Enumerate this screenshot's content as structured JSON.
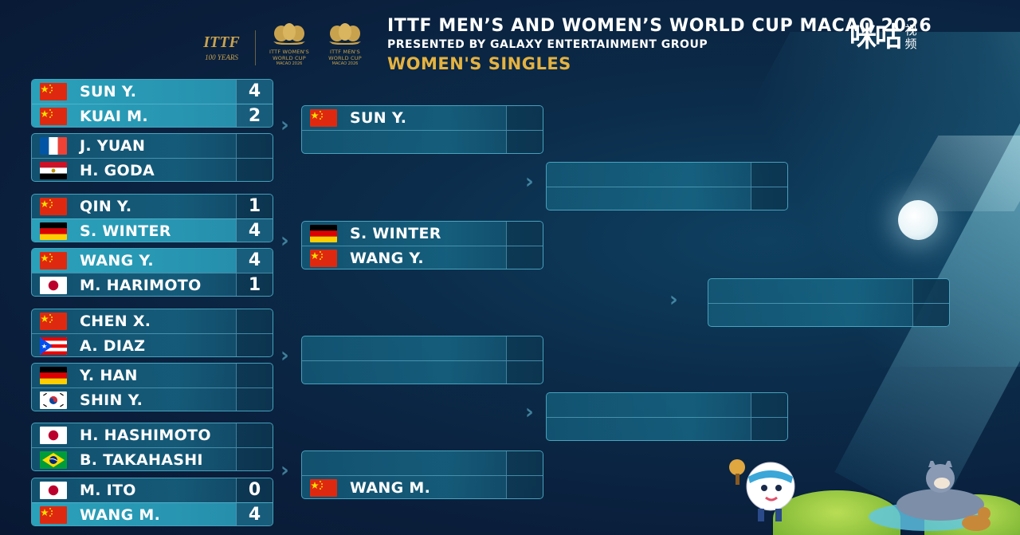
{
  "header": {
    "title_line1": "ITTF MEN’S AND WOMEN’S WORLD CUP MACAO 2026",
    "title_line2": "PRESENTED BY GALAXY ENTERTAINMENT GROUP",
    "event": "WOMEN'S SINGLES",
    "ittf_logo": {
      "mark": "ITTF",
      "years": "100 YEARS"
    },
    "wc_logo": {
      "line1": "ITTF WOMEN'S",
      "line2": "WORLD CUP",
      "line3": "MACAO 2026"
    },
    "wc_logo_men": {
      "line1": "ITTF MEN'S",
      "line2": "WORLD CUP",
      "line3": "MACAO 2026"
    }
  },
  "broadcaster": {
    "logo_text": "咪咕",
    "label_1": "视",
    "label_2": "频"
  },
  "colors": {
    "gold": "#e5b240",
    "accent": "#5abed7",
    "win_row": "#2daac3"
  },
  "round1": [
    {
      "p1": {
        "name": "SUN Y.",
        "flag": "CHN",
        "score": "4",
        "win": true
      },
      "p2": {
        "name": "KUAI M.",
        "flag": "CHN",
        "score": "2",
        "win": true
      }
    },
    {
      "p1": {
        "name": "J. YUAN",
        "flag": "FRA",
        "score": "",
        "win": false
      },
      "p2": {
        "name": "H. GODA",
        "flag": "EGY",
        "score": "",
        "win": false
      }
    },
    {
      "p1": {
        "name": "QIN Y.",
        "flag": "CHN",
        "score": "1",
        "win": false
      },
      "p2": {
        "name": "S. WINTER",
        "flag": "GER",
        "score": "4",
        "win": true
      }
    },
    {
      "p1": {
        "name": "WANG Y.",
        "flag": "CHN",
        "score": "4",
        "win": true
      },
      "p2": {
        "name": "M. HARIMOTO",
        "flag": "JPN",
        "score": "1",
        "win": false
      }
    },
    {
      "p1": {
        "name": "CHEN X.",
        "flag": "CHN",
        "score": "",
        "win": false
      },
      "p2": {
        "name": "A. DIAZ",
        "flag": "PUR",
        "score": "",
        "win": false
      }
    },
    {
      "p1": {
        "name": "Y. HAN",
        "flag": "GER",
        "score": "",
        "win": false
      },
      "p2": {
        "name": "SHIN Y.",
        "flag": "KOR",
        "score": "",
        "win": false
      }
    },
    {
      "p1": {
        "name": "H. HASHIMOTO",
        "flag": "JPN",
        "score": "",
        "win": false
      },
      "p2": {
        "name": "B. TAKAHASHI",
        "flag": "BRA",
        "score": "",
        "win": false
      }
    },
    {
      "p1": {
        "name": "M. ITO",
        "flag": "JPN",
        "score": "0",
        "win": false
      },
      "p2": {
        "name": "WANG M.",
        "flag": "CHN",
        "score": "4",
        "win": true
      }
    }
  ],
  "quarterfinals": [
    {
      "p1": {
        "name": "SUN Y.",
        "flag": "CHN",
        "score": ""
      },
      "p2": {
        "name": "",
        "flag": "",
        "score": ""
      }
    },
    {
      "p1": {
        "name": "S. WINTER",
        "flag": "GER",
        "score": ""
      },
      "p2": {
        "name": "WANG Y.",
        "flag": "CHN",
        "score": ""
      }
    },
    {
      "p1": {
        "name": "",
        "flag": "",
        "score": ""
      },
      "p2": {
        "name": "",
        "flag": "",
        "score": ""
      }
    },
    {
      "p1": {
        "name": "",
        "flag": "",
        "score": ""
      },
      "p2": {
        "name": "WANG M.",
        "flag": "CHN",
        "score": ""
      }
    }
  ],
  "semifinals": [
    {
      "p1": {
        "name": "",
        "flag": "",
        "score": ""
      },
      "p2": {
        "name": "",
        "flag": "",
        "score": ""
      }
    },
    {
      "p1": {
        "name": "",
        "flag": "",
        "score": ""
      },
      "p2": {
        "name": "",
        "flag": "",
        "score": ""
      }
    }
  ],
  "final": {
    "p1": {
      "name": "",
      "flag": "",
      "score": ""
    },
    "p2": {
      "name": "",
      "flag": "",
      "score": ""
    }
  }
}
